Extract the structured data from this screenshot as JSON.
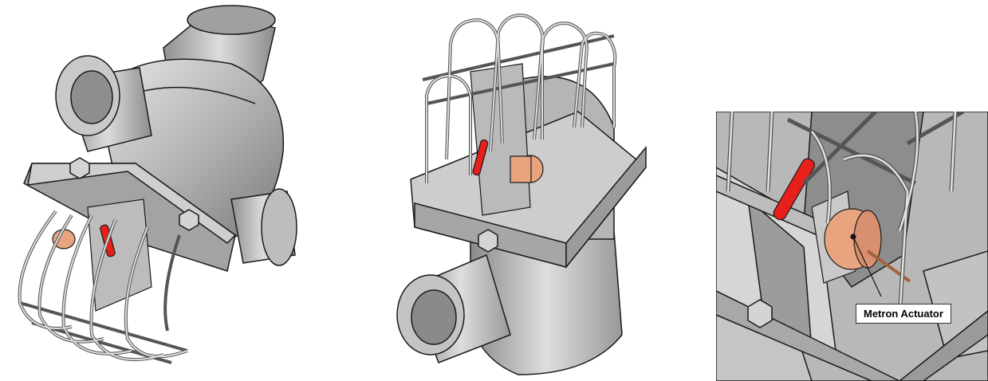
{
  "views": [
    {
      "id": "left",
      "description_label": ""
    },
    {
      "id": "center",
      "description_label": ""
    },
    {
      "id": "right",
      "description_label": ""
    }
  ],
  "callout": {
    "label": "Metron Actuator"
  },
  "colors": {
    "body": "#bdbdbd",
    "body_dark": "#8a8a8a",
    "outline": "#1a1a1a",
    "glass_bulb": "#e8201c",
    "actuator": "#e8a47e",
    "cage_wire": "#c8c8c8"
  }
}
